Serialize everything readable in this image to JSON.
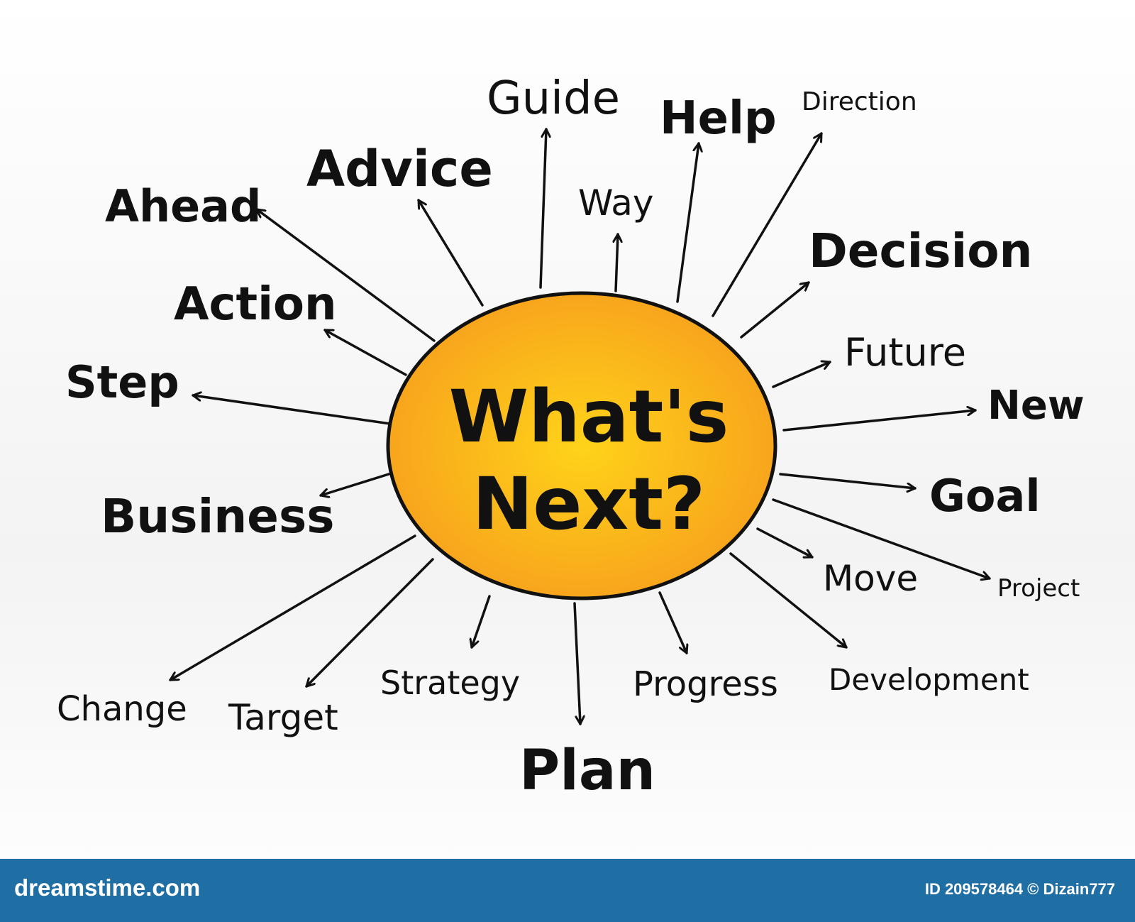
{
  "diagram": {
    "center_lines": [
      "What's",
      "Next?"
    ],
    "branches": [
      "Ahead",
      "Advice",
      "Guide",
      "Way",
      "Help",
      "Direction",
      "Decision",
      "Future",
      "New",
      "Goal",
      "Project",
      "Move",
      "Development",
      "Progress",
      "Plan",
      "Strategy",
      "Target",
      "Change",
      "Business",
      "Step",
      "Action"
    ],
    "colors": {
      "center_fill_inner": "#ffd31a",
      "center_fill_outer": "#f7a11c",
      "ink": "#111111"
    }
  },
  "footer": {
    "brand": "dreamstime.com",
    "meta": "ID 209578464 © Dizain777",
    "colors": {
      "background": "#1f6fa5",
      "text": "#ffffff"
    }
  }
}
